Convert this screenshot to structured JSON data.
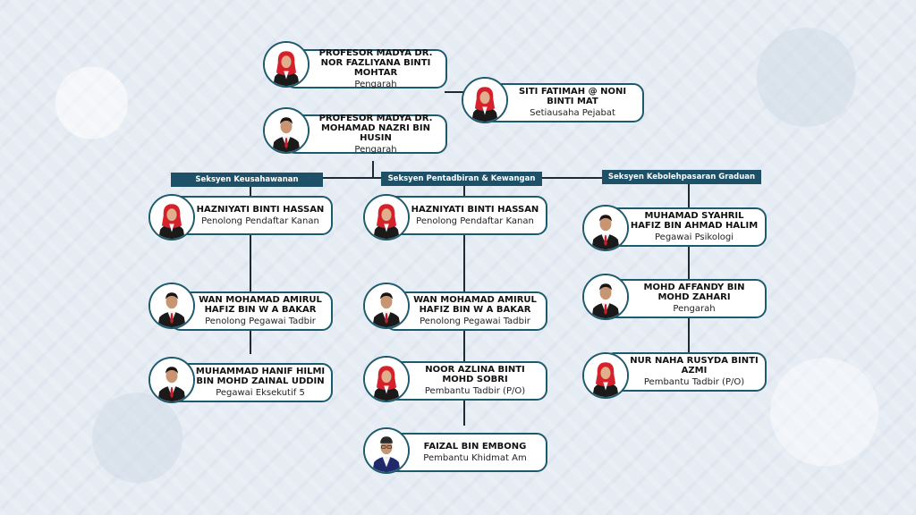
{
  "top": {
    "director1": {
      "name": "PROFESOR MADYA DR. NOR FAZLIYANA BINTI MOHTAR",
      "role": "Pengarah"
    },
    "secretary": {
      "name": "SITI FATIMAH @ NONI BINTI MAT",
      "role": "Setiausaha Pejabat"
    },
    "director2": {
      "name": "PROFESOR MADYA DR. MOHAMAD NAZRI BIN HUSIN",
      "role": "Pengarah"
    }
  },
  "sections": [
    {
      "title": "Seksyen Keusahawanan",
      "members": [
        {
          "name": "HAZNIYATI BINTI HASSAN",
          "role": "Penolong Pendaftar Kanan"
        },
        {
          "name": "WAN MOHAMAD AMIRUL HAFIZ BIN W A BAKAR",
          "role": "Penolong Pegawai Tadbir"
        },
        {
          "name": "MUHAMMAD HANIF HILMI BIN MOHD ZAINAL UDDIN",
          "role": "Pegawai Eksekutif 5"
        }
      ]
    },
    {
      "title": "Seksyen Pentadbiran & Kewangan",
      "members": [
        {
          "name": "HAZNIYATI BINTI HASSAN",
          "role": "Penolong Pendaftar Kanan"
        },
        {
          "name": "WAN MOHAMAD AMIRUL HAFIZ BIN W A BAKAR",
          "role": "Penolong Pegawai Tadbir"
        },
        {
          "name": "NOOR AZLINA BINTI MOHD SOBRI",
          "role": "Pembantu Tadbir (P/O)"
        },
        {
          "name": "FAIZAL BIN EMBONG",
          "role": "Pembantu Khidmat Am"
        }
      ]
    },
    {
      "title": "Seksyen Kebolehpasaran Graduan",
      "members": [
        {
          "name": "MUHAMAD SYAHRIL HAFIZ BIN AHMAD HALIM",
          "role": "Pegawai Psikologi"
        },
        {
          "name": "MOHD AFFANDY BIN MOHD ZAHARI",
          "role": "Pengarah"
        },
        {
          "name": "NUR NAHA RUSYDA BINTI AZMI",
          "role": "Pembantu Tadbir (P/O)"
        }
      ]
    }
  ],
  "colors": {
    "card_border": "#1d5a6e",
    "section_bar": "#1e5168",
    "hijab": "#d4212c",
    "suit": "#1a1a1a"
  }
}
